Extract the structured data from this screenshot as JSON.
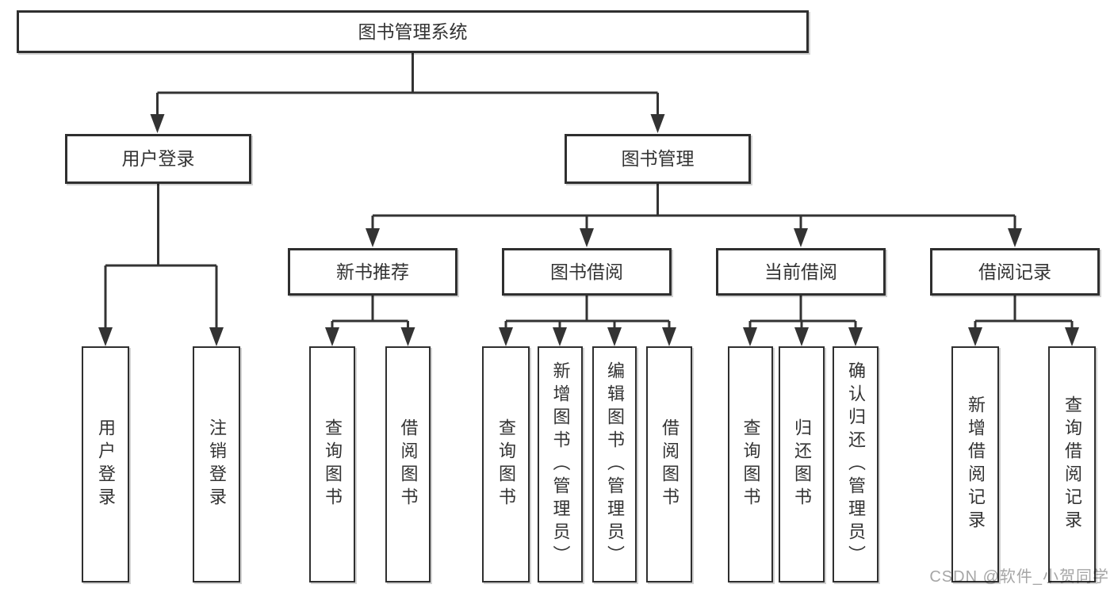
{
  "colors": {
    "line": "#333333",
    "border": "#2f2f2f",
    "text": "#333333",
    "watermark": "#a6a6a6",
    "background": "#ffffff"
  },
  "watermark": {
    "text": "CSDN @软件_小贺同学"
  },
  "tree": {
    "root": {
      "label": "图书管理系统"
    },
    "branches": [
      {
        "label": "用户登录",
        "children": [
          {
            "label": "用户登录"
          },
          {
            "label": "注销登录"
          }
        ]
      },
      {
        "label": "图书管理",
        "children": [
          {
            "label": "新书推荐",
            "children": [
              {
                "label": "查询图书"
              },
              {
                "label": "借阅图书"
              }
            ]
          },
          {
            "label": "图书借阅",
            "children": [
              {
                "label": "查询图书"
              },
              {
                "label": "新增图书（管理员）"
              },
              {
                "label": "编辑图书（管理员）"
              },
              {
                "label": "借阅图书"
              }
            ]
          },
          {
            "label": "当前借阅",
            "children": [
              {
                "label": "查询图书"
              },
              {
                "label": "归还图书"
              },
              {
                "label": "确认归还（管理员）"
              }
            ]
          },
          {
            "label": "借阅记录",
            "children": [
              {
                "label": "新增借阅记录"
              },
              {
                "label": "查询借阅记录"
              }
            ]
          }
        ]
      }
    ]
  }
}
